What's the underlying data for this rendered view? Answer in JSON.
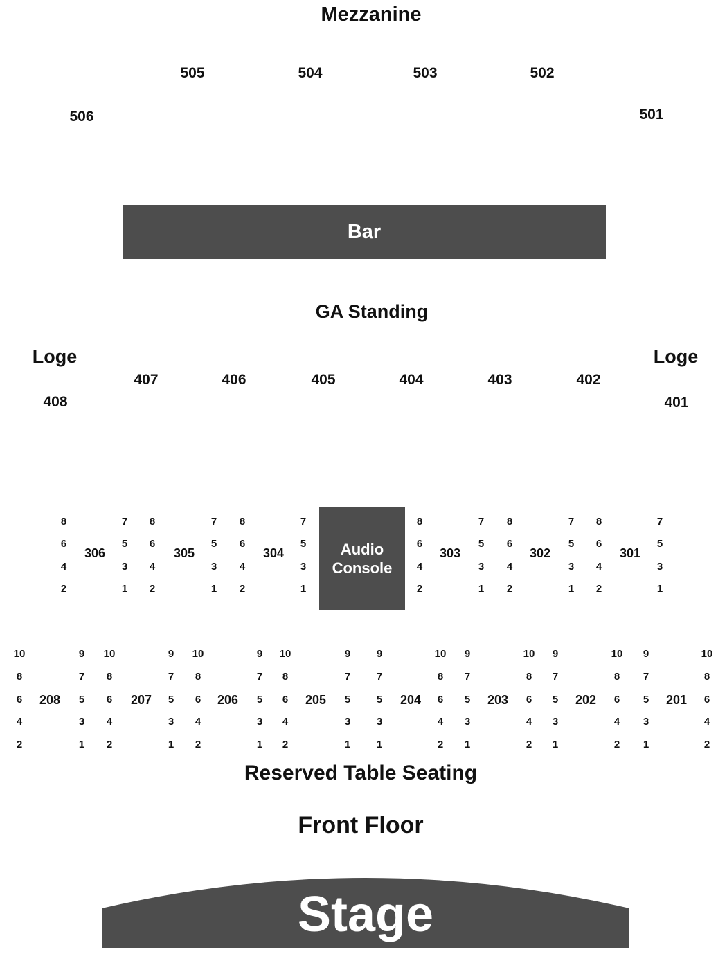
{
  "title": "Mezzanine",
  "mezzanine_sections": [
    "505",
    "504",
    "503",
    "502",
    "506",
    "501"
  ],
  "bar_label": "Bar",
  "ga_standing": "GA Standing",
  "loge_left": "Loge",
  "loge_right": "Loge",
  "loge_sections": [
    "407",
    "406",
    "405",
    "404",
    "403",
    "402",
    "408",
    "401"
  ],
  "audio_console": {
    "line1": "Audio",
    "line2": "Console"
  },
  "sections_300": [
    "306",
    "305",
    "304",
    "303",
    "302",
    "301"
  ],
  "sections_200": [
    "208",
    "207",
    "206",
    "205",
    "204",
    "203",
    "202",
    "201"
  ],
  "rows": {
    "even4": [
      "8",
      "6",
      "4",
      "2"
    ],
    "odd4": [
      "7",
      "5",
      "3",
      "1"
    ],
    "even5": [
      "10",
      "8",
      "6",
      "4",
      "2"
    ],
    "odd5": [
      "9",
      "7",
      "5",
      "3",
      "1"
    ]
  },
  "reserved_table_seating": "Reserved Table Seating",
  "front_floor": "Front Floor",
  "stage": "Stage",
  "colors": {
    "block": "#4d4d4d",
    "text": "#111111",
    "background": "#ffffff"
  }
}
